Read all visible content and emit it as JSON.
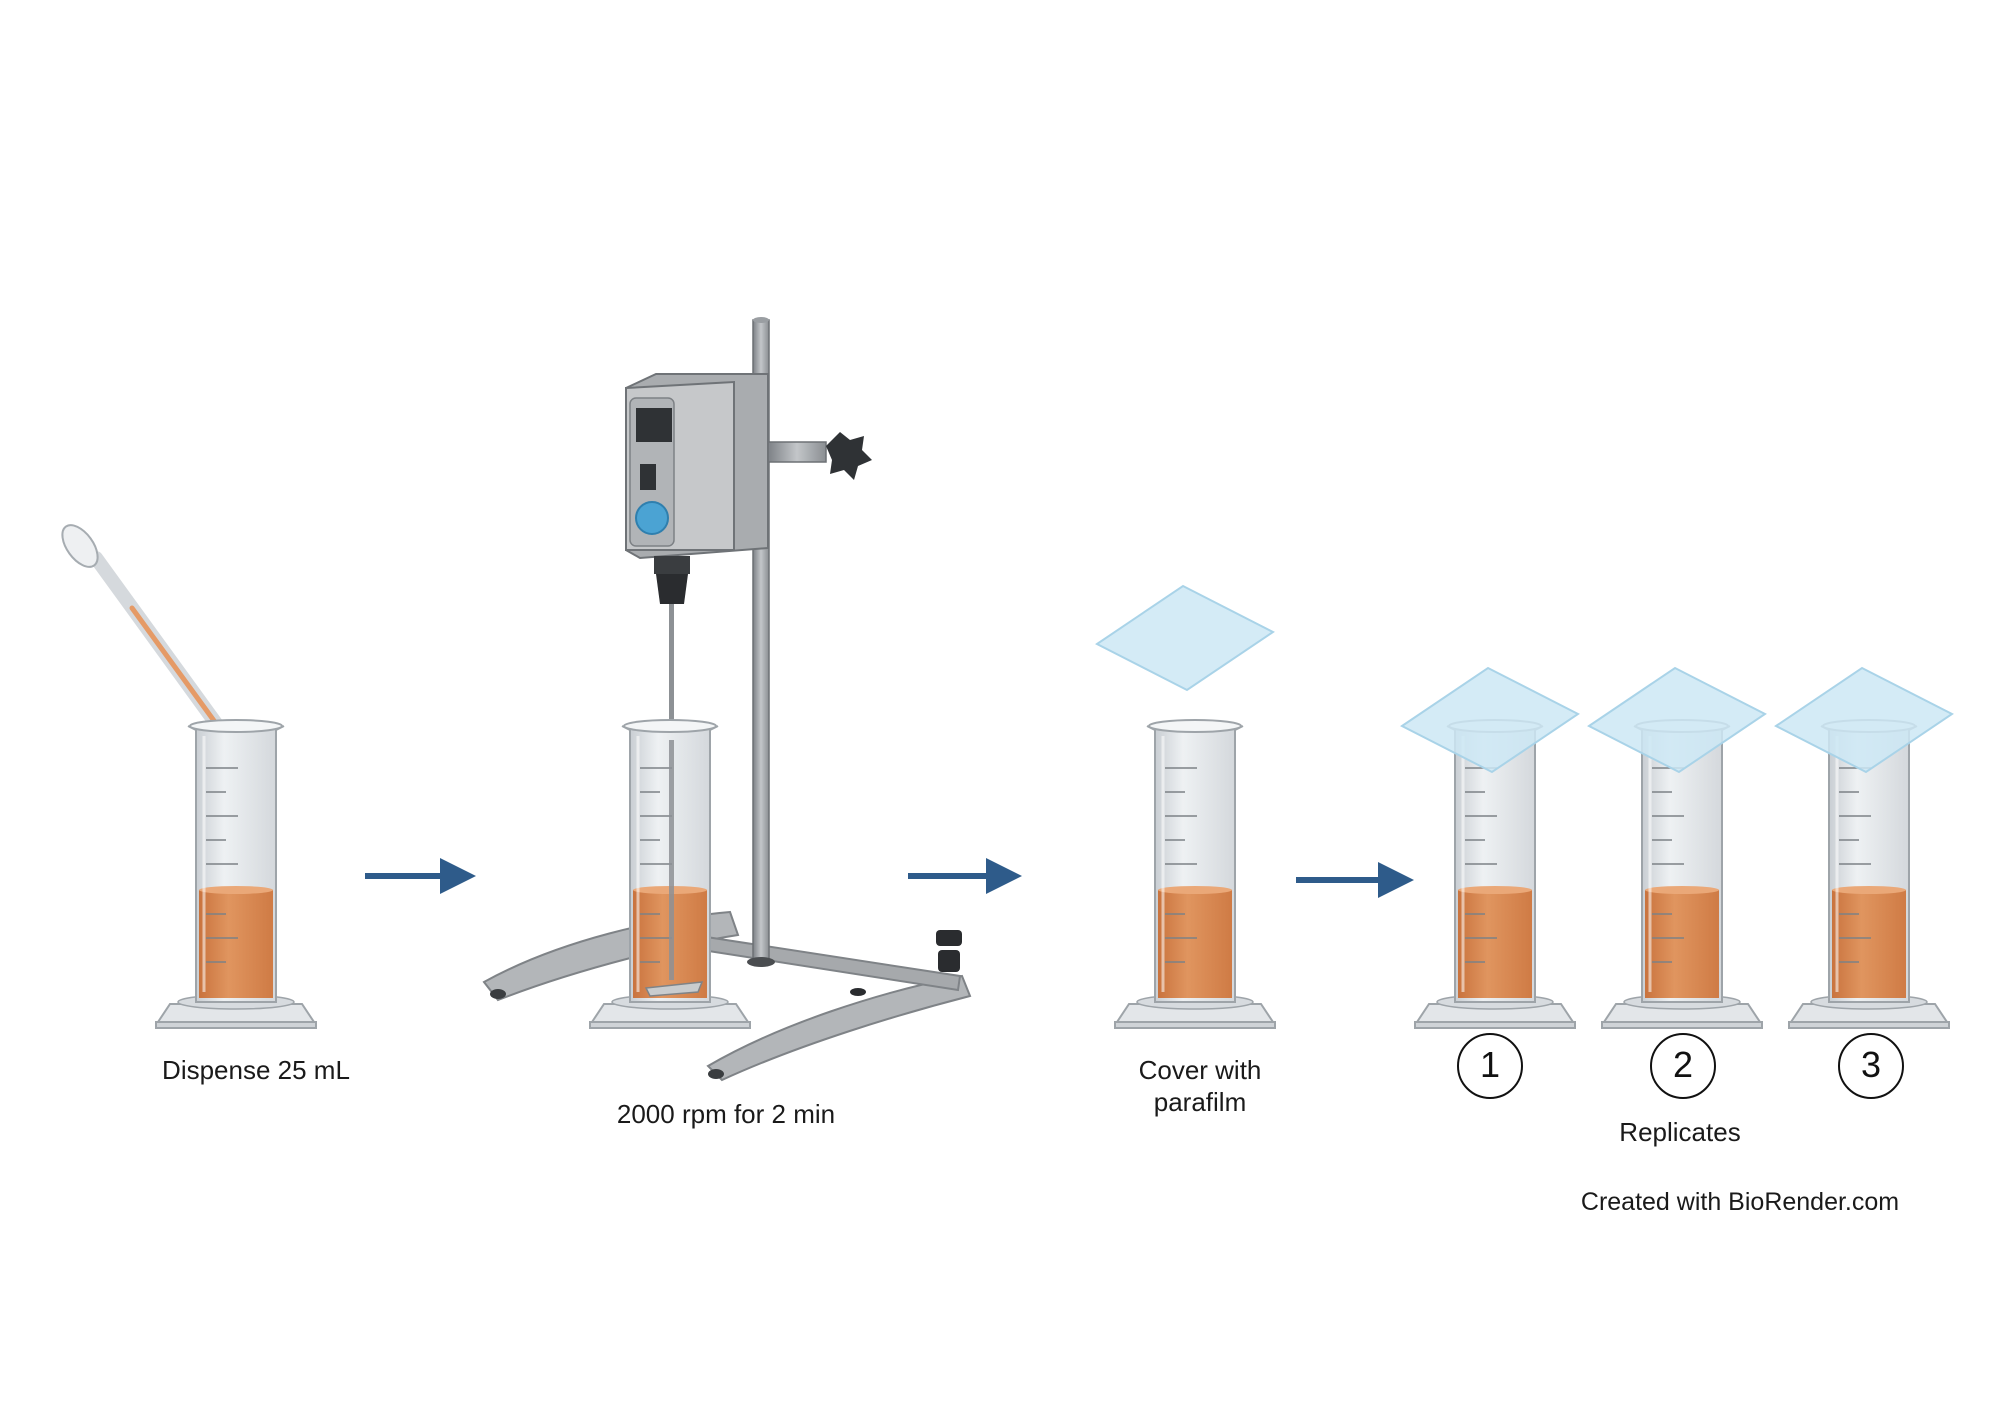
{
  "steps": {
    "dispense": {
      "label": "Dispense 25 mL"
    },
    "mix": {
      "label": "2000 rpm for 2 min"
    },
    "cover": {
      "line1": "Cover with",
      "line2": "parafilm"
    }
  },
  "replicates": {
    "numbers": [
      "1",
      "2",
      "3"
    ],
    "label": "Replicates"
  },
  "credit": "Created with BioRender.com",
  "icons": [
    "pipette-icon",
    "graduated-cylinder-icon",
    "overhead-stirrer-icon",
    "parafilm-sheet-icon",
    "arrow-right-icon"
  ],
  "colors": {
    "liquid": "#d98b56",
    "arrow": "#2e5b8a",
    "parafilm": "#cde8f4",
    "stirrer_body": "#b9bbbd"
  }
}
